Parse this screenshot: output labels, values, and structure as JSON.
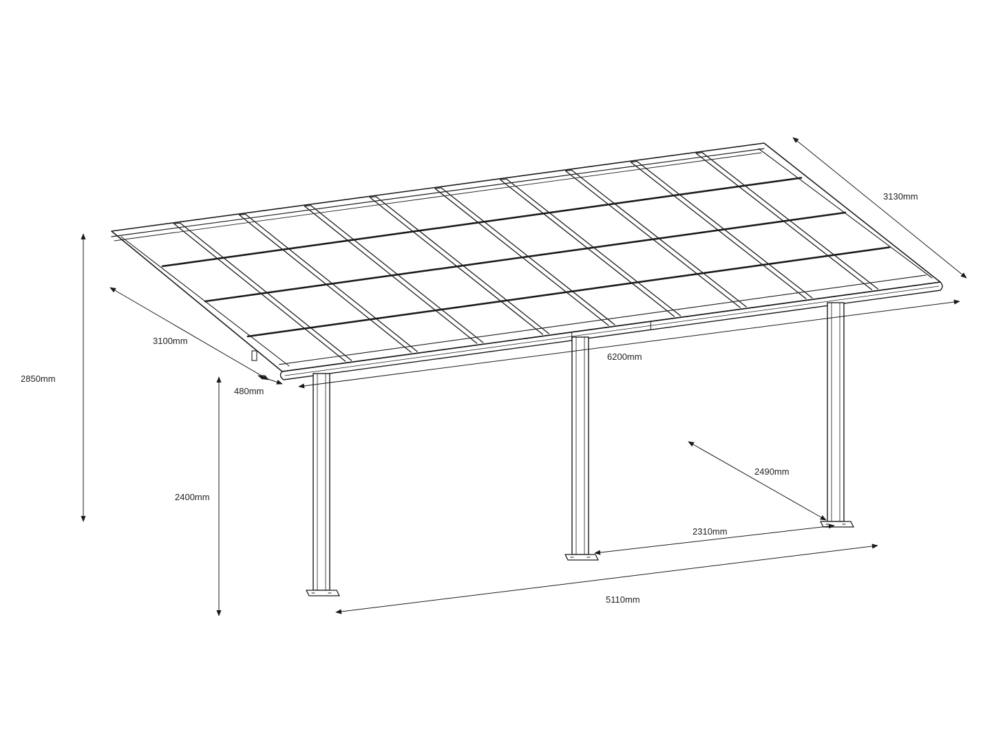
{
  "diagram": {
    "line_color": "#1a1a1a",
    "background": "#ffffff",
    "dimensions": {
      "overall_height": "2850mm",
      "roof_depth": "3100mm",
      "overhang": "480mm",
      "roof_width": "6200mm",
      "roof_length": "3130mm",
      "clear_height": "2400mm",
      "post_depth": "2490mm",
      "post_spacing": "2310mm",
      "post_span": "5110mm"
    }
  }
}
